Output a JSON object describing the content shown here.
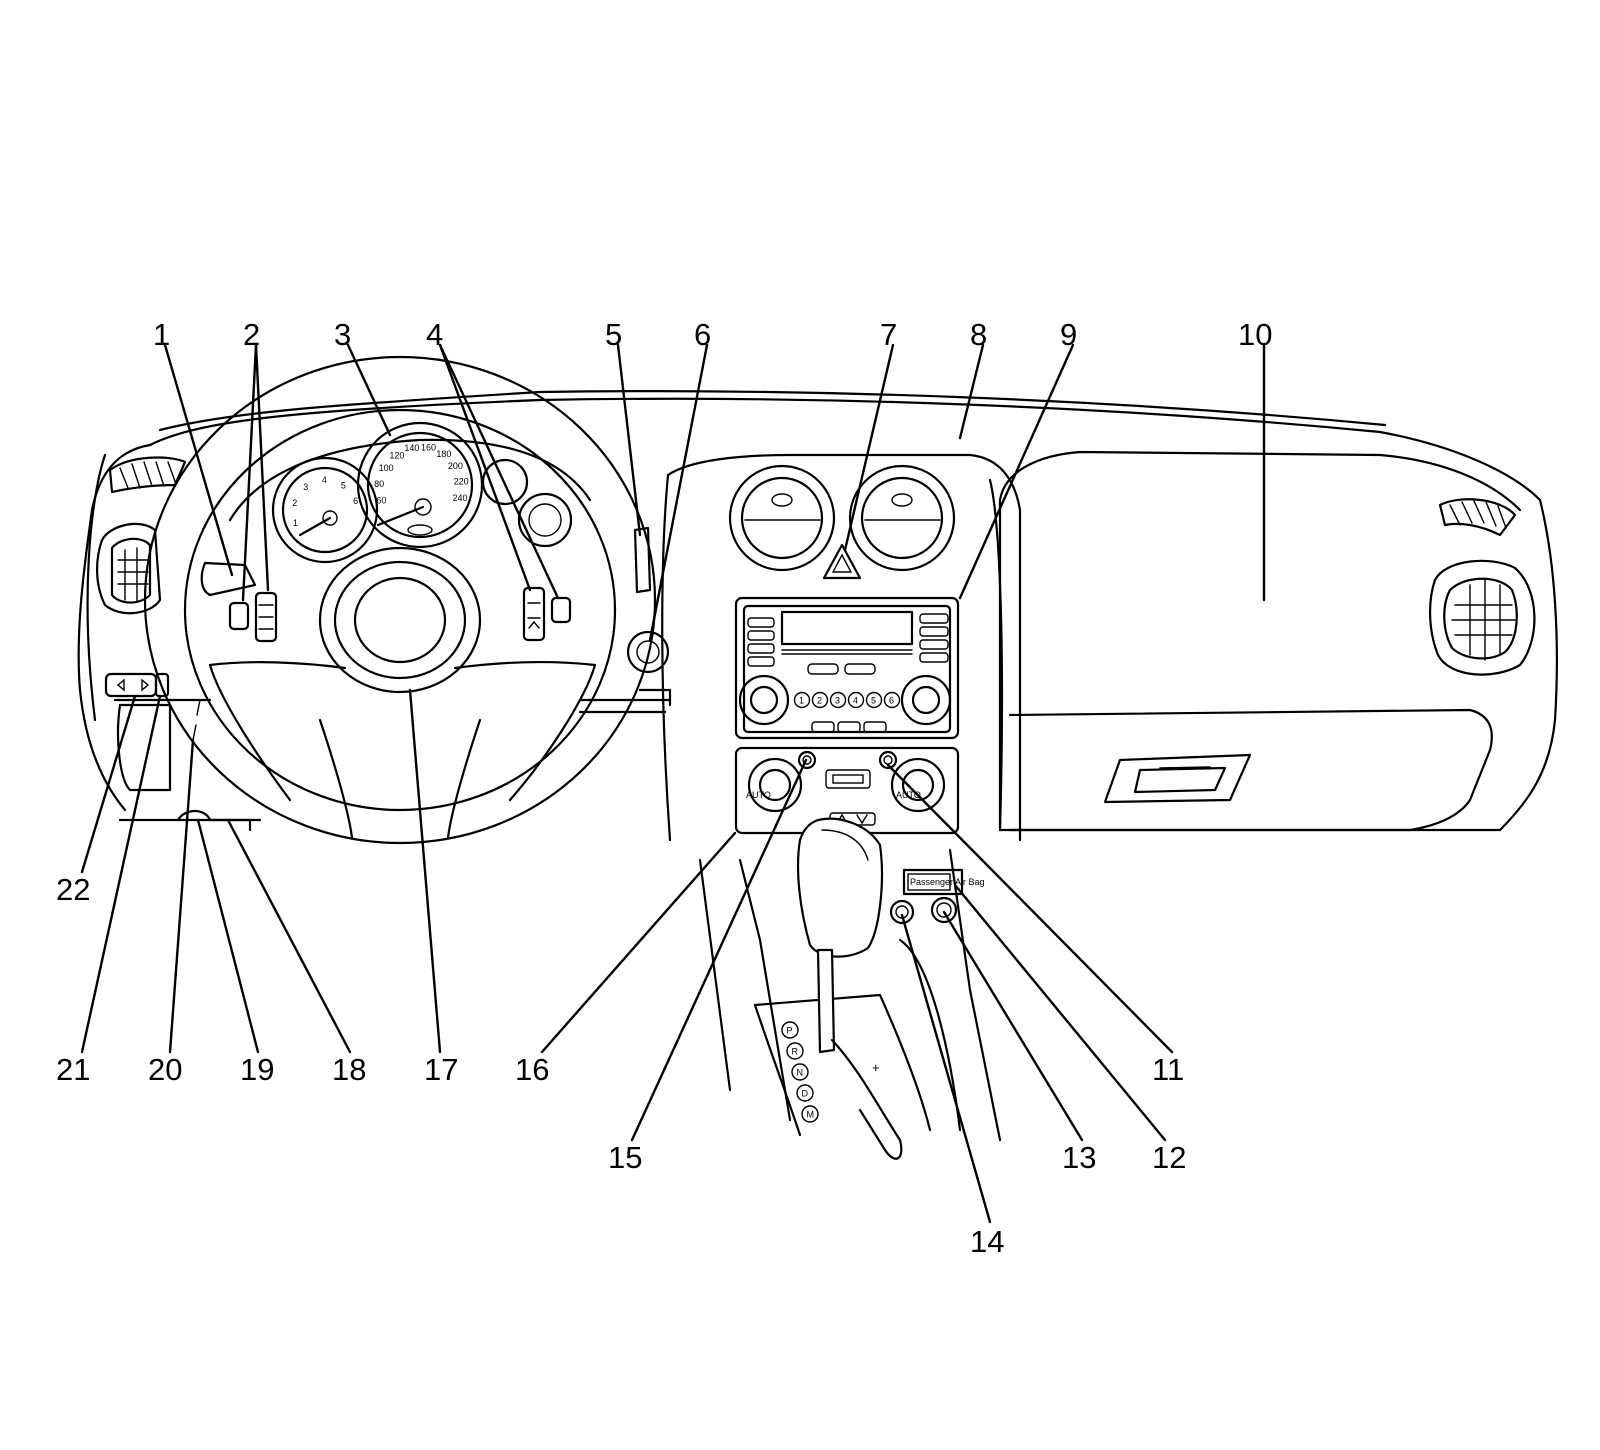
{
  "callouts": [
    "1",
    "2",
    "3",
    "4",
    "5",
    "6",
    "7",
    "8",
    "9",
    "10",
    "11",
    "12",
    "13",
    "14",
    "15",
    "16",
    "17",
    "18",
    "19",
    "20",
    "21",
    "22"
  ],
  "gauge_speed_ticks": [
    "60",
    "80",
    "100",
    "120",
    "140",
    "160",
    "180",
    "200",
    "220",
    "240"
  ],
  "gauge_tach_ticks": [
    "1",
    "2",
    "3",
    "4",
    "5",
    "6"
  ],
  "radio_buttons": [
    "1",
    "2",
    "3",
    "4",
    "5",
    "6"
  ],
  "shifter_positions": [
    "P",
    "R",
    "N",
    "D",
    "M"
  ],
  "shifter_plus": "+",
  "panel_label": "Passenger Air Bag",
  "hvac_auto": "AUTO",
  "hazard_symbol": "▲"
}
